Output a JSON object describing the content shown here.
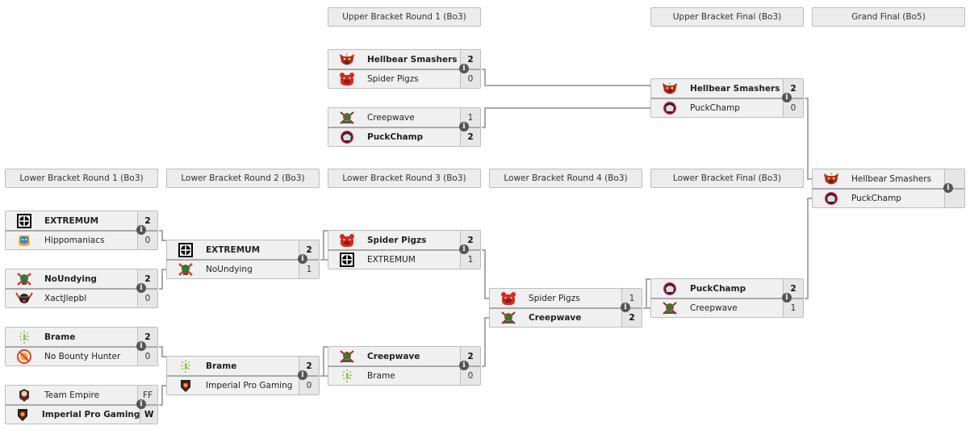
{
  "headers": {
    "ub_r1": "Upper Bracket Round 1 (Bo3)",
    "ub_final": "Upper Bracket Final (Bo3)",
    "grand_final": "Grand Final (Bo5)",
    "lb_r1": "Lower Bracket Round 1 (Bo3)",
    "lb_r2": "Lower Bracket Round 2 (Bo3)",
    "lb_r3": "Lower Bracket Round 3 (Bo3)",
    "lb_r4": "Lower Bracket Round 4 (Bo3)",
    "lb_final": "Lower Bracket Final (Bo3)"
  },
  "team_logos": {
    "Hellbear Smashers": {
      "icon": "hellbear-icon",
      "color": "#c0281e"
    },
    "Spider Pigzs": {
      "icon": "pig-icon",
      "color": "#d42a1e"
    },
    "Creepwave": {
      "icon": "creepwave-icon",
      "color": "#4e6e2a"
    },
    "PuckChamp": {
      "icon": "puckchamp-icon",
      "color": "#2a2a2a"
    },
    "EXTREMUM": {
      "icon": "extremum-icon",
      "color": "#000000"
    },
    "Hippomaniacs": {
      "icon": "hippo-icon",
      "color": "#3a86c8"
    },
    "NoUndying": {
      "icon": "noundying-icon",
      "color": "#2e7d32"
    },
    "XactJlepbl": {
      "icon": "xactjlepbl-icon",
      "color": "#222222"
    },
    "Brame": {
      "icon": "brame-icon",
      "color": "#8bc34a"
    },
    "No Bounty Hunter": {
      "icon": "nobounty-icon",
      "color": "#d84315"
    },
    "Team Empire": {
      "icon": "empire-icon",
      "color": "#7a1f1f"
    },
    "Imperial Pro Gaming": {
      "icon": "imperial-icon",
      "color": "#8b1a1a"
    }
  },
  "matches": {
    "ub_r1_m1": {
      "teams": [
        {
          "name": "Hellbear Smashers",
          "score": "2",
          "winner": true
        },
        {
          "name": "Spider Pigzs",
          "score": "0",
          "winner": false
        }
      ]
    },
    "ub_r1_m2": {
      "teams": [
        {
          "name": "Creepwave",
          "score": "1",
          "winner": false
        },
        {
          "name": "PuckChamp",
          "score": "2",
          "winner": true
        }
      ]
    },
    "ub_final": {
      "teams": [
        {
          "name": "Hellbear Smashers",
          "score": "2",
          "winner": true
        },
        {
          "name": "PuckChamp",
          "score": "0",
          "winner": false
        }
      ]
    },
    "grand_final": {
      "teams": [
        {
          "name": "Hellbear Smashers",
          "score": "",
          "winner": false
        },
        {
          "name": "PuckChamp",
          "score": "",
          "winner": false
        }
      ]
    },
    "lb_r1_m1": {
      "teams": [
        {
          "name": "EXTREMUM",
          "score": "2",
          "winner": true
        },
        {
          "name": "Hippomaniacs",
          "score": "0",
          "winner": false
        }
      ]
    },
    "lb_r1_m2": {
      "teams": [
        {
          "name": "NoUndying",
          "score": "2",
          "winner": true
        },
        {
          "name": "XactJlepbl",
          "score": "0",
          "winner": false
        }
      ]
    },
    "lb_r1_m3": {
      "teams": [
        {
          "name": "Brame",
          "score": "2",
          "winner": true
        },
        {
          "name": "No Bounty Hunter",
          "score": "0",
          "winner": false
        }
      ]
    },
    "lb_r1_m4": {
      "teams": [
        {
          "name": "Team Empire",
          "score": "FF",
          "winner": false
        },
        {
          "name": "Imperial Pro Gaming",
          "score": "W",
          "winner": true
        }
      ]
    },
    "lb_r2_m1": {
      "teams": [
        {
          "name": "EXTREMUM",
          "score": "2",
          "winner": true
        },
        {
          "name": "NoUndying",
          "score": "1",
          "winner": false
        }
      ]
    },
    "lb_r2_m2": {
      "teams": [
        {
          "name": "Brame",
          "score": "2",
          "winner": true
        },
        {
          "name": "Imperial Pro Gaming",
          "score": "0",
          "winner": false
        }
      ]
    },
    "lb_r3_m1": {
      "teams": [
        {
          "name": "Spider Pigzs",
          "score": "2",
          "winner": true
        },
        {
          "name": "EXTREMUM",
          "score": "1",
          "winner": false
        }
      ]
    },
    "lb_r3_m2": {
      "teams": [
        {
          "name": "Creepwave",
          "score": "2",
          "winner": true
        },
        {
          "name": "Brame",
          "score": "0",
          "winner": false
        }
      ]
    },
    "lb_r4": {
      "teams": [
        {
          "name": "Spider Pigzs",
          "score": "1",
          "winner": false
        },
        {
          "name": "Creepwave",
          "score": "2",
          "winner": true
        }
      ]
    },
    "lb_final": {
      "teams": [
        {
          "name": "PuckChamp",
          "score": "2",
          "winner": true
        },
        {
          "name": "Creepwave",
          "score": "1",
          "winner": false
        }
      ]
    }
  },
  "info_glyph": "i"
}
